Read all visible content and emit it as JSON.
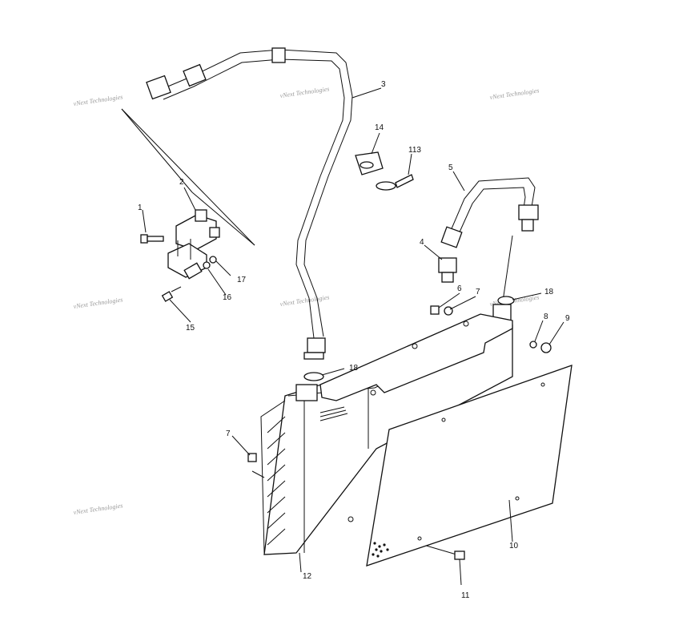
{
  "watermark": "vNext Technologies",
  "labels": {
    "p1": "1",
    "p2": "2",
    "p3": "3",
    "p4": "4",
    "p5": "5",
    "p6": "6",
    "p7a": "7",
    "p7b": "7",
    "p8": "8",
    "p9": "9",
    "p10": "10",
    "p11": "11",
    "p12": "12",
    "p13": "113",
    "p14": "14",
    "p15": "15",
    "p16": "16",
    "p17": "17",
    "p18a": "18",
    "p18b": "18"
  }
}
